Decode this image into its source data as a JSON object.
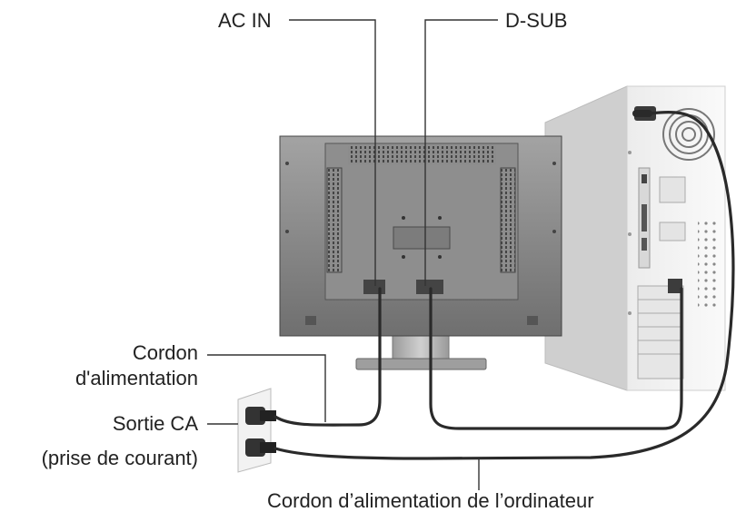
{
  "labels": {
    "ac_in": "AC IN",
    "d_sub": "D-SUB",
    "power_cord_line1": "Cordon",
    "power_cord_line2": "d'alimentation",
    "ac_outlet_line1": "Sortie CA",
    "ac_outlet_line2": "(prise de courant)",
    "computer_power_cord": "Cordon d’alimentation de l’ordinateur"
  },
  "colors": {
    "line": "#333333",
    "cable": "#2a2a2a",
    "monitor_body": "#8a8a8a",
    "tower_face": "#f4f4f4",
    "tower_side": "#d9d9d9"
  }
}
